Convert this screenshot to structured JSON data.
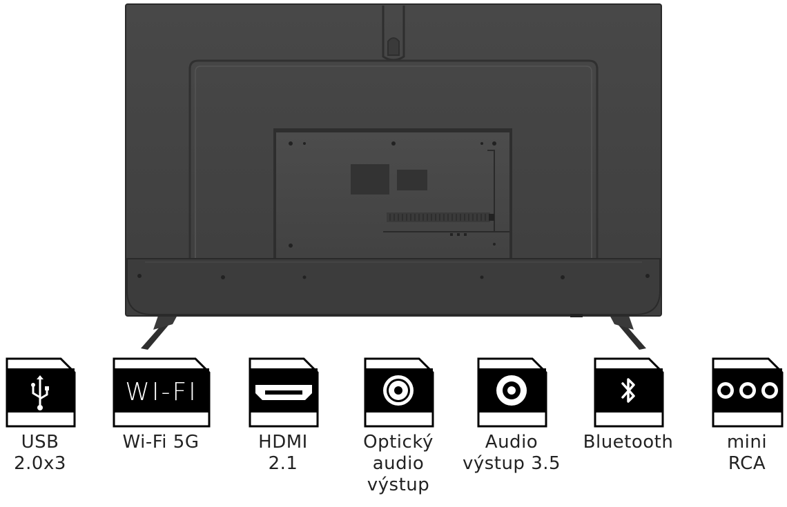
{
  "product": {
    "image_alt_name": "tv-rear-view"
  },
  "ports": [
    {
      "id": "usb",
      "icon": "usb-icon",
      "label_lines": [
        "USB",
        "2.0x3"
      ]
    },
    {
      "id": "wifi",
      "icon": "wifi-logo-icon",
      "icon_text": "WI-FI",
      "label_lines": [
        "Wi-Fi 5G"
      ]
    },
    {
      "id": "hdmi",
      "icon": "hdmi-port-icon",
      "label_lines": [
        "HDMI",
        "2.1"
      ]
    },
    {
      "id": "optical",
      "icon": "optical-port-icon",
      "label_lines": [
        "Optický",
        "audio",
        "výstup"
      ]
    },
    {
      "id": "audio",
      "icon": "audio-jack-icon",
      "label_lines": [
        "Audio",
        "výstup 3.5"
      ]
    },
    {
      "id": "bluetooth",
      "icon": "bluetooth-icon",
      "label_lines": [
        "Bluetooth"
      ]
    },
    {
      "id": "rca",
      "icon": "rca-ports-icon",
      "label_lines": [
        "mini",
        "RCA"
      ]
    }
  ],
  "colors": {
    "tv_body": "#4a4a4a",
    "tv_dark": "#363636",
    "icon_black": "#000000",
    "icon_white": "#ffffff",
    "text": "#222222"
  }
}
